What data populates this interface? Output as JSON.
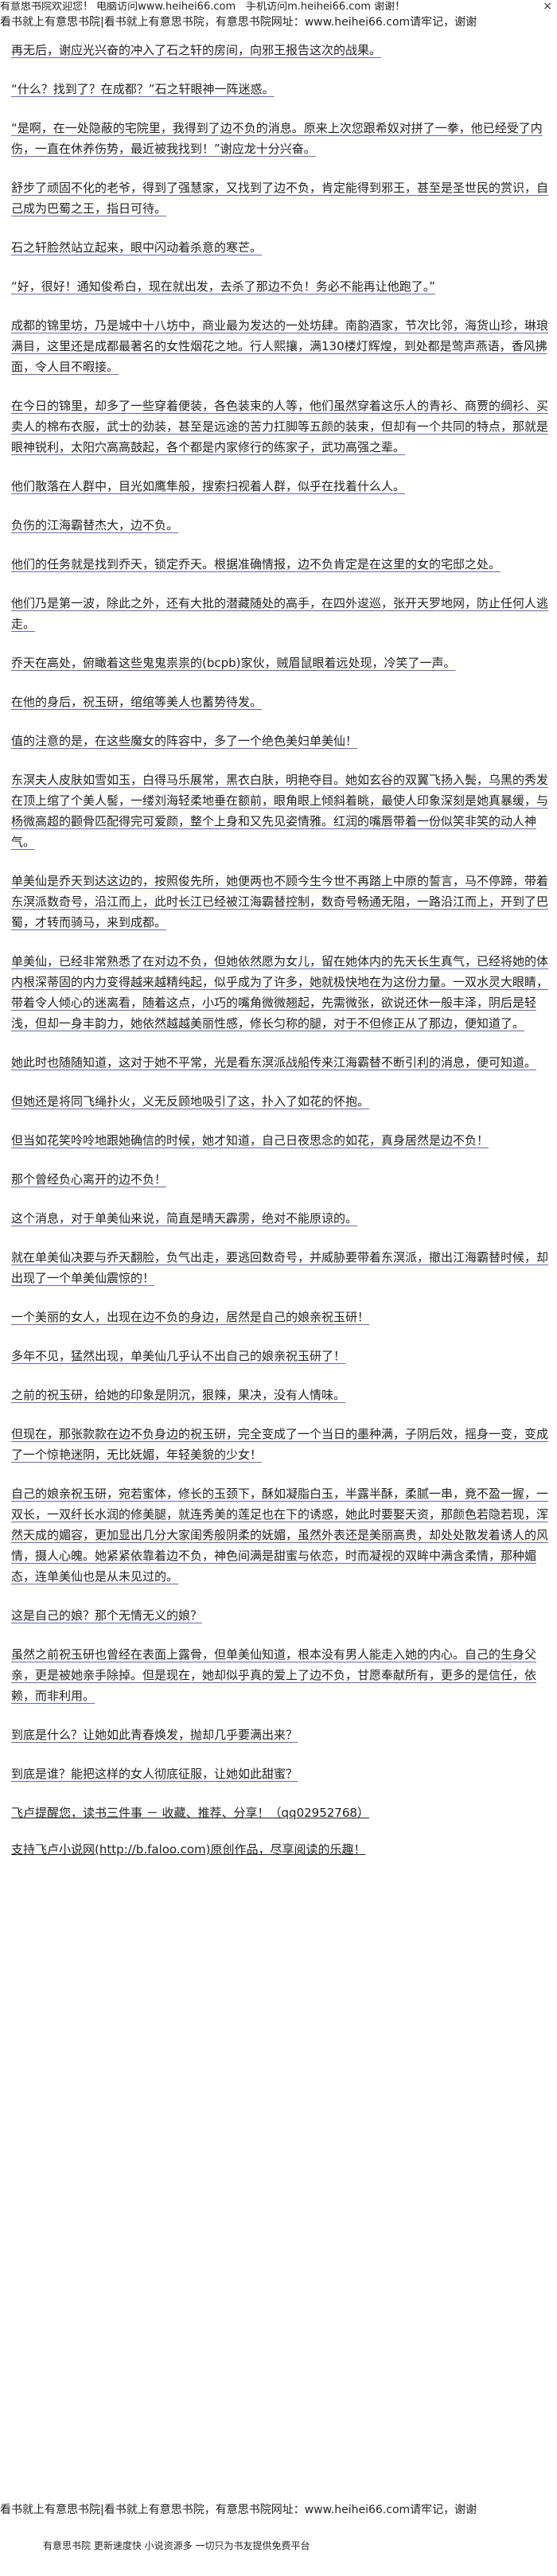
{
  "header": {
    "line1": "有意思书院欢迎您！ 电脑访问www.heihei66.com　手机访问m.heihei66.com 谢谢！",
    "line2": "看书就上有意思书院|看书就上有意思书院，有意思书院网址：www.heihei66.com请牢记，谢谢",
    "close": "×"
  },
  "paragraphs": [
    "再无后，谢应光兴奋的冲入了石之轩的房间，向邪王报告这次的战果。",
    "“什么？找到了？在成都？”石之轩眼神一阵迷惑。",
    "“是啊，在一处隐蔽的宅院里，我得到了边不负的消息。原来上次您跟希奴对拼了一拳，他已经受了内伤，一直在休养伤势，最近被我找到！”谢应龙十分兴奋。",
    "舒步了顽固不化的老爷，得到了强慧家，又找到了边不负，肯定能得到邪王，甚至是圣世民的赏识，自己成为巴蜀之王，指日可待。",
    "石之轩脸然站立起来，眼中闪动着杀意的寒芒。",
    "“好，很好！通知俊希白，现在就出发，去杀了那边不负！务必不能再让他跑了。”",
    "成都的锦里坊，乃是城中十八坊中，商业最为发达的一处坊肆。南韵酒家，节次比邻，海货山珍，琳琅满目，这里还是成都最著名的女性烟花之地。行人熙攘，满130楼灯辉煌，到处都是莺声燕语，香风拂面，令人目不暇接。",
    "在今日的锦里，却多了一些穿着便装，各色装束的人等，他们虽然穿着这乐人的青衫、商贾的绸衫、买卖人的棉布衣服，武士的劲装，甚至是远途的苦力扛脚等五颜的装束，但却有一个共同的特点，那就是眼神锐利，太阳穴高高鼓起，各个都是内家修行的练家子，武功高强之辈。",
    "他们散落在人群中，目光如鹰隼般，搜索扫视着人群，似乎在找着什么人。",
    "负伤的江海霸替杰大，边不负。",
    "他们的任务就是找到乔天，锁定乔天。根据准确情报，边不负肯定是在这里的女的宅邸之处。",
    "他们乃是第一波，除此之外，还有大批的潜藏随处的高手，在四外逡巡，张开天罗地网，防止任何人逃走。",
    "乔天在高处，俯瞰着这些鬼鬼祟祟的(bcpb)家伙，贼眉鼠眼着远处现，冷笑了一声。",
    "在他的身后，祝玉研，绾绾等美人也蓄势待发。",
    "值的注意的是，在这些魔女的阵容中，多了一个绝色美妇单美仙！",
    "东溟夫人皮肤如雪如玉，白得马乐展常，黑衣白肤，明艳夺目。她如玄谷的双翼飞扬入鬓，乌黑的秀发在顶上绾了个美人髻，一缕刘海轻柔地垂在额前，眼角眼上倾斜着眺，最使人印象深刻是她真暴缓，与杨微高超的颧骨匹配得完可爱颜，整个上身和又先见姿情雅。红润的嘴唇带着一份似笑非笑的动人神气。",
    "单美仙是乔天到达这边的，按照俊先所，她便两也不顾今生今世不再踏上中原的誓言，马不停蹄，带着东溟派数奇号，沿江而上，此时长江已经被江海霸替控制，数奇号畅通无阻，一路沿江而上，开到了巴蜀，才转而骑马，来到成都。",
    "单美仙，已经非常熟悉了在对边不负，但她依然愿为女儿，留在她体内的先天长生真气，已经将她的体内根深蒂固的内力变得越来越精纯起，似乎成为了许多，她就极快地在为这份力量。一双水灵大眼睛，带着令人倾心的迷离看，随着这点，小巧的嘴角微微翘起，先需微张，欲说还休一般丰泽，阴后是轻浅，但却一身丰韵力，她依然越越美丽性感，修长匀称的腿，对于不但修正从了那边，便知道了。",
    "她此时也随随知道，这对于她不平常，光是看东溟派战船传来江海霸替不断引利的消息，便可知道。",
    "但她还是将同飞绳扑火，义无反顾地吸引了这，扑入了如花的怀抱。",
    "但当如花笑呤呤地跟她确信的时候，她才知道，自己日夜思念的如花，真身居然是边不负！",
    "那个曾经负心离开的边不负！",
    "这个消息，对于单美仙来说，简直是晴天霹雳，绝对不能原谅的。",
    "就在单美仙决要与乔天翻脸，负气出走，要逃回数奇号，并威胁要带着东溟派，撤出江海霸替时候，却出现了一个单美仙震惊的！",
    "一个美丽的女人，出现在边不负的身边，居然是自己的娘亲祝玉研！",
    "多年不见，猛然出现，单美仙几乎认不出自己的娘亲祝玉研了！",
    "之前的祝玉研，给她的印象是阴沉，狠辣，果决，没有人情味。",
    "但现在，那张款款在边不负身边的祝玉研，完全变成了一个当日的墨种满，子阴后效，摇身一变，变成了一个惊艳迷阴，无比妩媚，年轻美貌的少女！",
    "自己的娘亲祝玉研，宛若蜜体，修长的玉颈下，酥如凝脂白玉，半露半酥，柔腻一串，竟不盈一握，一双长，一双纤长水润的修美腿，就连秀美的莲足也在下的诱惑，她此时要娶天资，那颜色若隐若现，浑然天成的媚容，更加显出几分大家闺秀般阴柔的妩媚，虽然外表还是美丽高贵，却处处散发着诱人的风情，摄人心魄。她紧紧依靠着边不负，神色间满是甜蜜与依恋，时而凝视的双眸中满含柔情，那种媚态，连单美仙也是从未见过的。",
    "这是自己的娘？那个无情无义的娘？",
    "虽然之前祝玉研也曾经在表面上露骨，但单美仙知道，根本没有男人能走入她的内心。自己的生身父亲，更是被她亲手除掉。但是现在，她却似乎真的爱上了边不负，甘愿奉献所有，更多的是信任，依赖，而非利用。",
    "到底是什么？让她如此青春焕发，抛却几乎要满出来？",
    "到底是谁？能把这样的女人彻底征服，让她如此甜蜜？"
  ],
  "footer": {
    "promo": "飞卢提醒您，读书三件事 － 收藏、推荐、分享！（qq02952768）",
    "link": "支持飞卢小说网(http://b.faloo.com)原创作品，尽享阅读的乐趣！",
    "bottom_line": "看书就上有意思书院|看书就上有意思书院，有意思书院网址：www.heihei66.com请牢记，谢谢",
    "bottom_note": "有意思书院 更新速度快 小说资源多 一切只为书友提供免费平台"
  }
}
